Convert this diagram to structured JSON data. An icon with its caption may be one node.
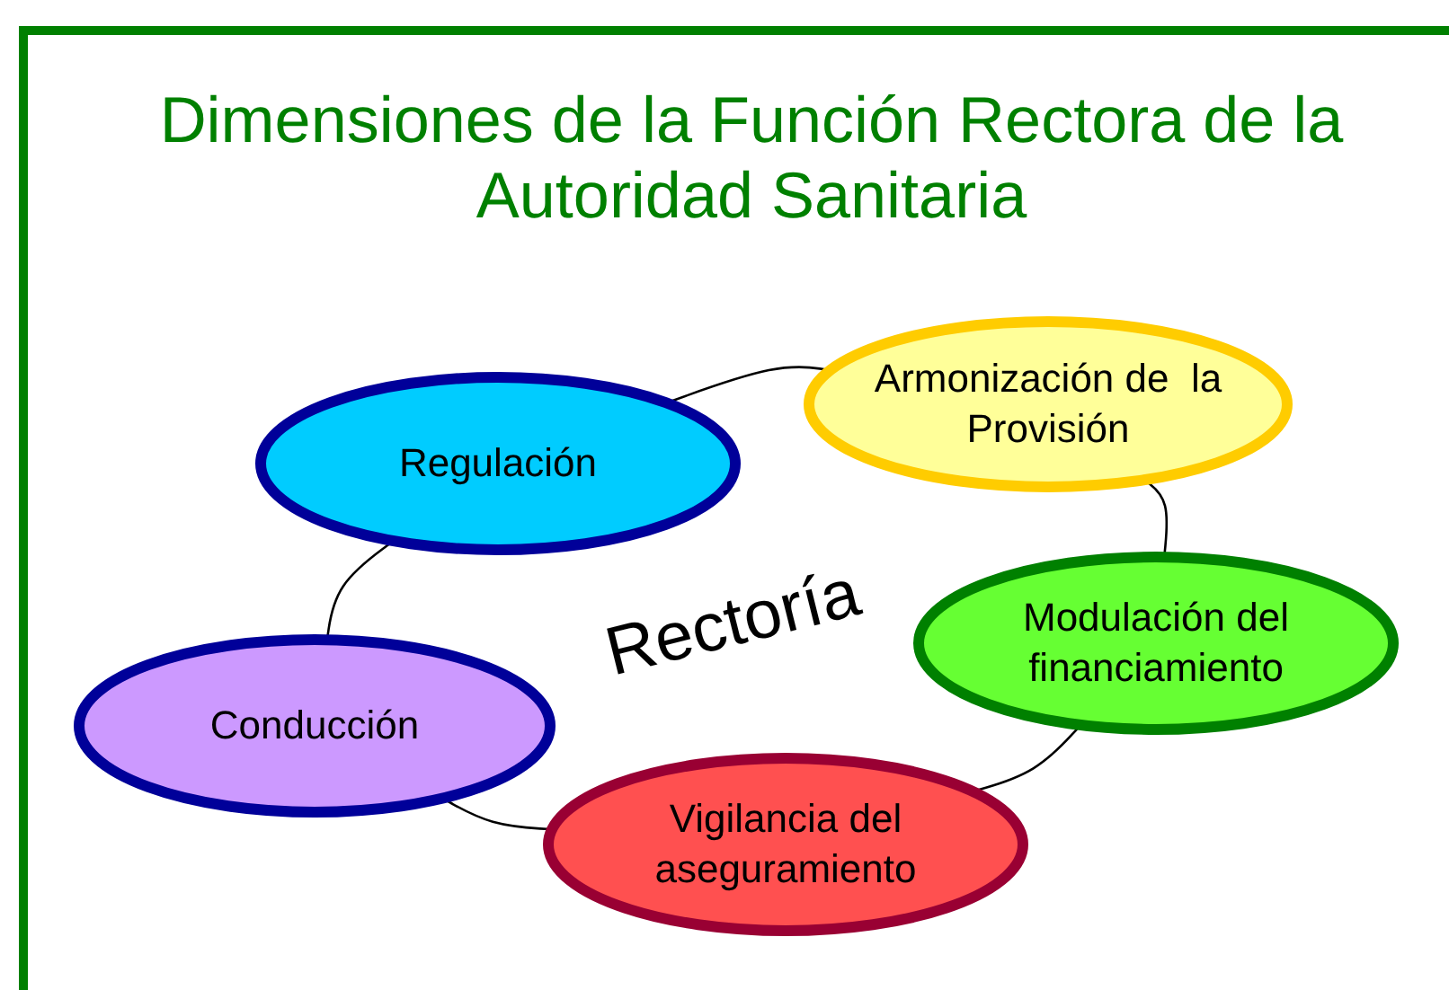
{
  "diagram": {
    "title": "Dimensiones de la Función Rectora de la Autoridad Sanitaria",
    "nodes": [
      {
        "text": [
          "Regulación"
        ]
      },
      {
        "text": [
          "Armonización de  la Provisión"
        ]
      },
      {
        "text": [
          "Modulación del financiamiento"
        ]
      },
      {
        "text": [
          "Conducción"
        ]
      },
      {
        "text": [
          "Vigilancia del aseguramiento"
        ]
      }
    ],
    "edges": [
      {
        "from": 0,
        "to": 1,
        "arrow": "none"
      },
      {
        "from": 1,
        "to": 2,
        "arrow": "none"
      },
      {
        "from": 2,
        "to": 4,
        "arrow": "none"
      },
      {
        "from": 4,
        "to": 3,
        "arrow": "none"
      },
      {
        "from": 3,
        "to": 0,
        "arrow": "none"
      }
    ],
    "labels": [
      "Rectoría"
    ]
  }
}
